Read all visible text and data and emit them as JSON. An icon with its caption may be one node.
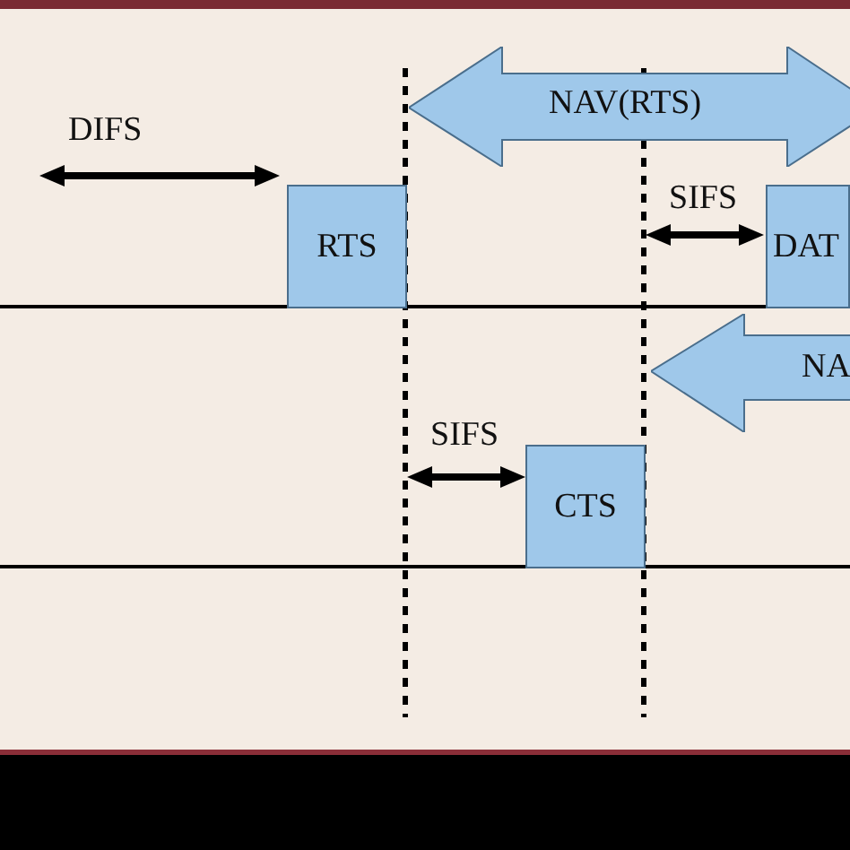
{
  "diagram": {
    "nodes": [
      {
        "text": [
          "NAV(RTS)"
        ]
      },
      {
        "text": [
          "RTS"
        ]
      },
      {
        "text": [
          "DAT"
        ]
      },
      {
        "text": [
          "NA"
        ]
      },
      {
        "text": [
          "CTS"
        ]
      }
    ],
    "labels": [
      "DIFS",
      "SIFS",
      "SIFS"
    ]
  }
}
